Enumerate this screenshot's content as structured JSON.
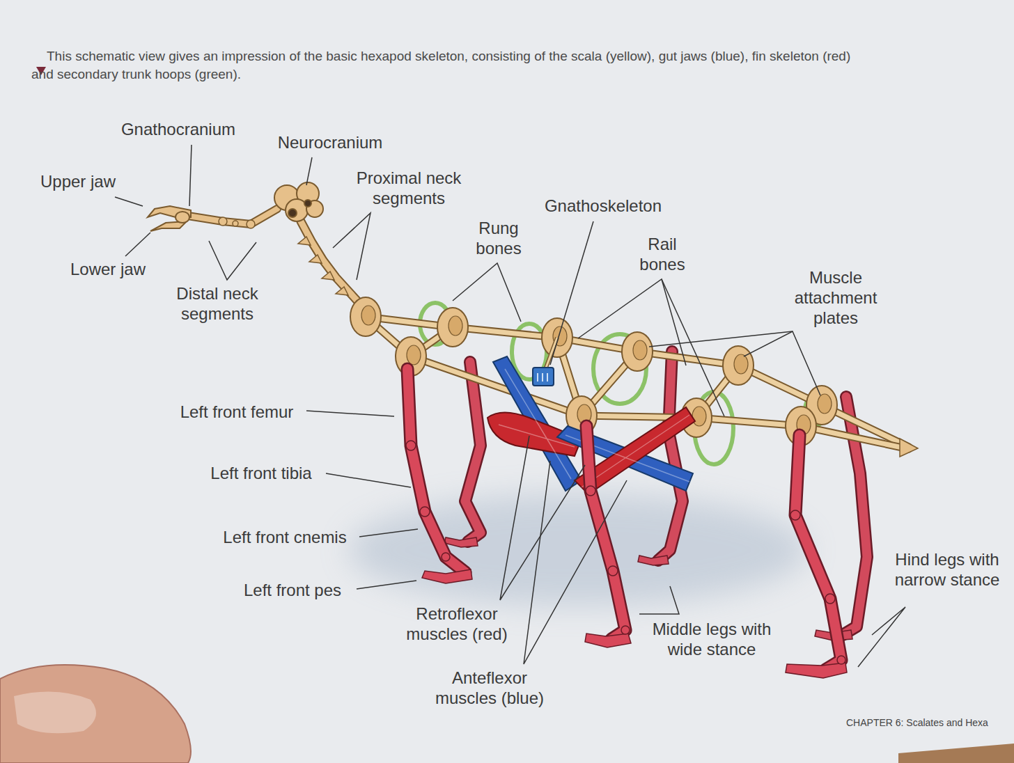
{
  "diagram": {
    "caption": "This schematic view gives an impression of the basic hexapod skeleton, consisting of the scala (yellow), gut jaws (blue), fin skeleton (red) and secondary trunk hoops (green).",
    "labels": [
      "Gnathocranium",
      "Neurocranium",
      "Upper jaw",
      "Lower jaw",
      "Distal neck segments",
      "Proximal neck segments",
      "Rung bones",
      "Gnathoskeleton",
      "Rail bones",
      "Muscle attachment plates",
      "Left front femur",
      "Left front tibia",
      "Left front cnemis",
      "Left front pes",
      "Retroflexor muscles (red)",
      "Anteflexor muscles (blue)",
      "Middle legs with wide stance",
      "Hind legs with narrow stance",
      "CHAPTER 6: Scalates and Hexa"
    ]
  }
}
